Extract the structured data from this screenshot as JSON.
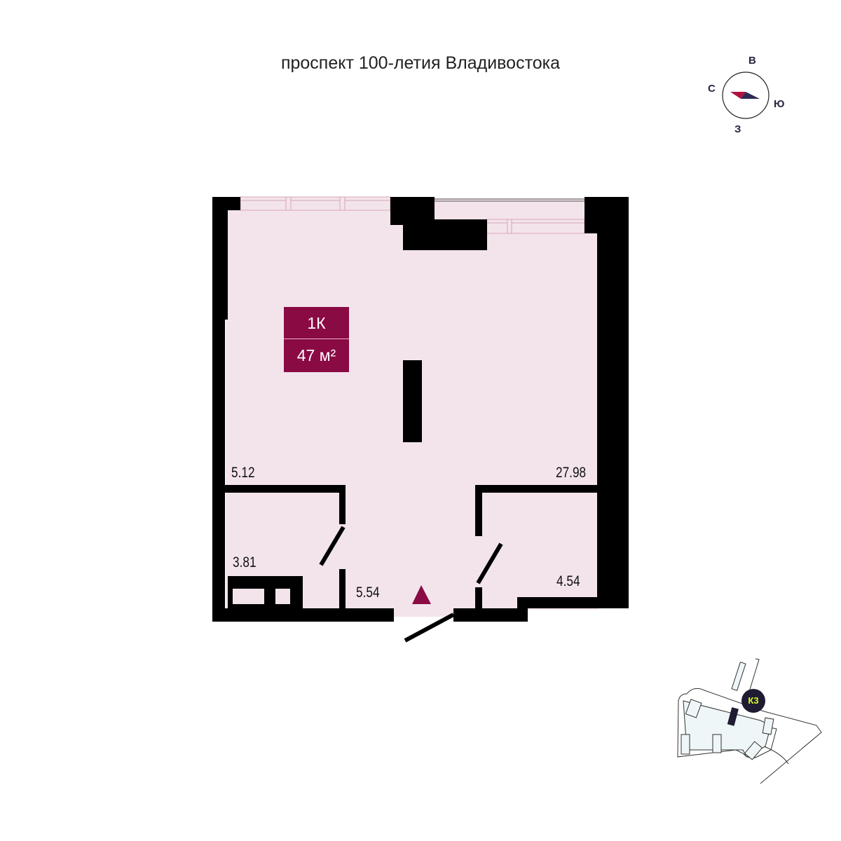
{
  "street": "проспект 100-летия Владивостока",
  "compass": {
    "north": "С",
    "east": "В",
    "south": "Ю",
    "west": "З"
  },
  "badge": {
    "rooms": "1К",
    "area": "47 м²"
  },
  "rooms": [
    {
      "name": "living",
      "area": "27.98"
    },
    {
      "name": "balcony-or-niche",
      "area": "5.12"
    },
    {
      "name": "bathroom",
      "area": "3.81"
    },
    {
      "name": "hall",
      "area": "5.54"
    },
    {
      "name": "storage",
      "area": "4.54"
    }
  ],
  "minimap": {
    "building_label": "К3"
  },
  "colors": {
    "floor": "#f3e4ec",
    "wall": "#000000",
    "accent": "#8a0a44",
    "minimap_fill": "#eef6f8",
    "k3_text": "#d6ff1f"
  }
}
